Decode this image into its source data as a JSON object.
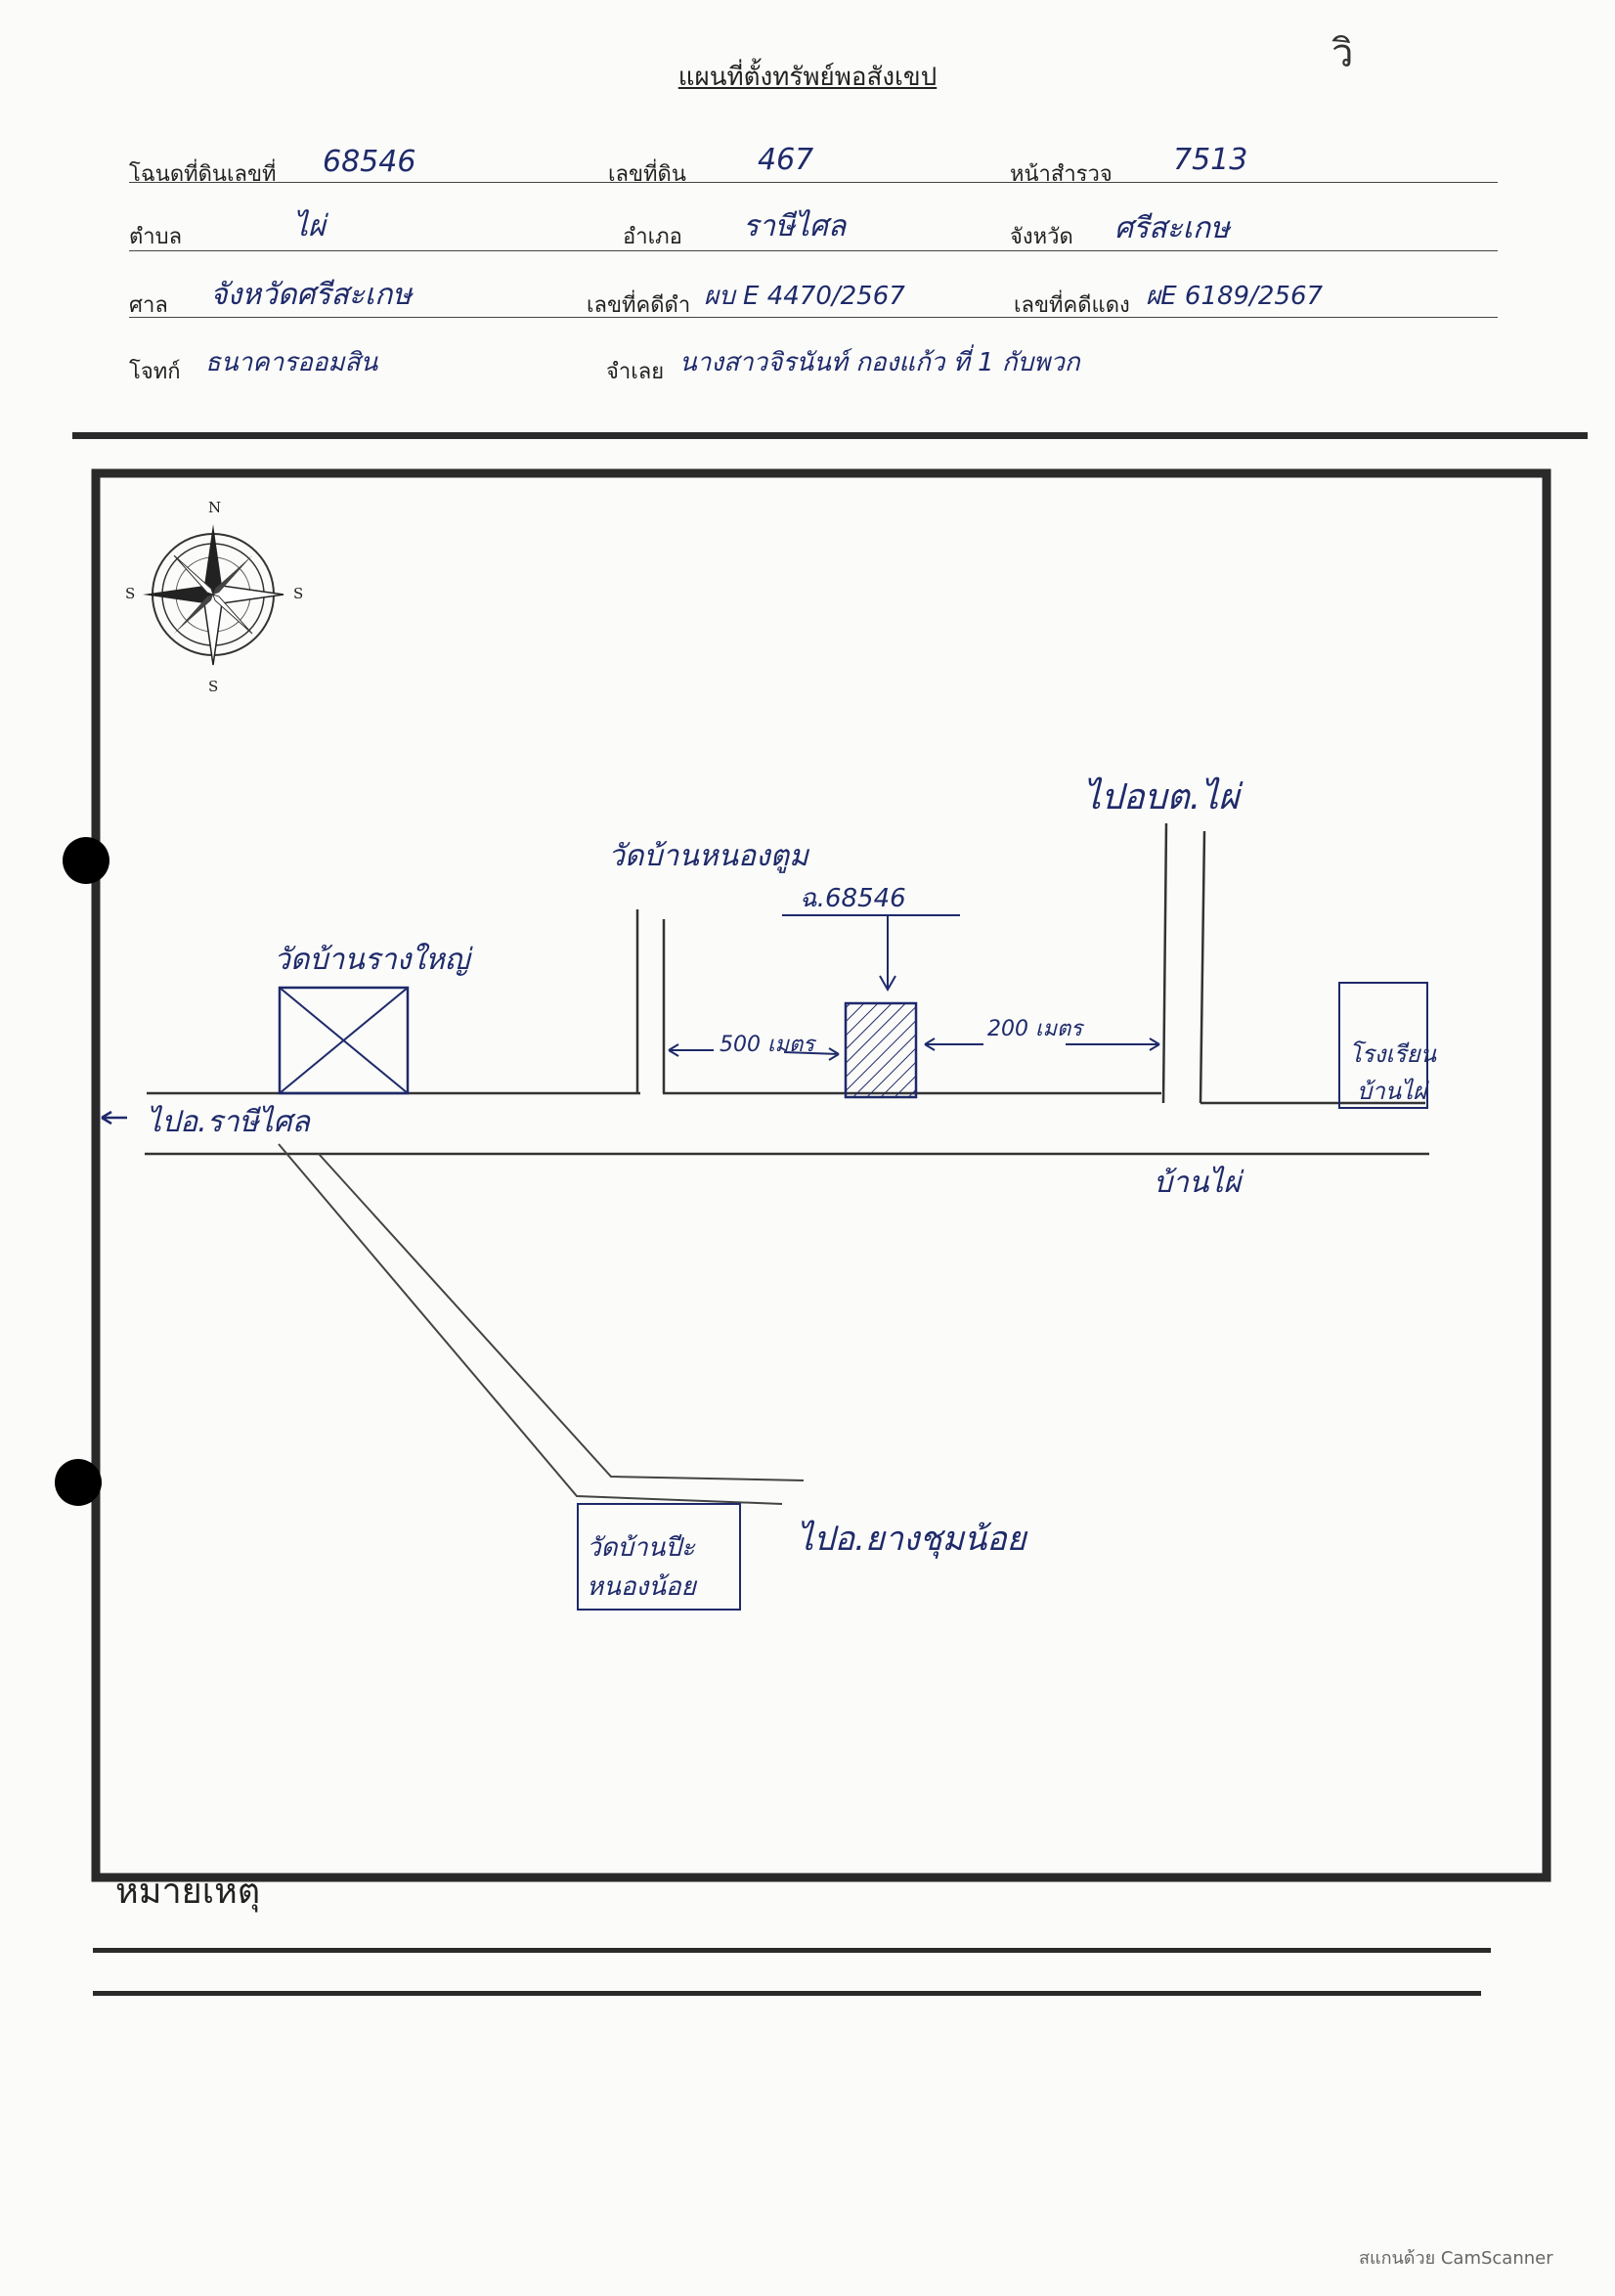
{
  "header": {
    "title": "แผนที่ตั้งทรัพย์พอสังเขป",
    "corner_mark": "วิ"
  },
  "fields": {
    "deed_label": "โฉนดที่ดินเลขที่",
    "deed_value": "68546",
    "land_no_label": "เลขที่ดิน",
    "land_no_value": "467",
    "survey_page_label": "หน้าสำรวจ",
    "survey_page_value": "7513",
    "subdistrict_label": "ตำบล",
    "subdistrict_value": "ไผ่",
    "district_label": "อำเภอ",
    "district_value": "ราษีไศล",
    "province_label": "จังหวัด",
    "province_value": "ศรีสะเกษ",
    "court_label": "ศาล",
    "court_value": "จังหวัดศรีสะเกษ",
    "black_case_label": "เลขที่คดีดำ",
    "black_case_value": "ผบ E 4470/2567",
    "red_case_label": "เลขที่คดีแดง",
    "red_case_value": "ผE 6189/2567",
    "plaintiff_label": "โจทก์",
    "plaintiff_value": "ธนาคารออมสิน",
    "defendant_label": "จำเลย",
    "defendant_value": "นางสาวจิรนันท์ กองแก้ว ที่ 1 กับพวก"
  },
  "map": {
    "compass_n": "N",
    "compass_s": "S",
    "compass_w": "S",
    "compass_e": "S",
    "to_obt_pai": "ไปอบต.ไผ่",
    "wat_ban_nong_tum": "วัดบ้านหนองตูม",
    "parcel_label": "ฉ.68546",
    "wat_ban_rang_yai": "วัดบ้านรางใหญ่",
    "dist_left": "500 เมตร",
    "dist_right": "200 เมตร",
    "school_line1": "โรงเรียน",
    "school_line2": "บ้านไผ่",
    "to_rasi_salai": "ไปอ.ราษีไศล",
    "ban_pai": "บ้านไผ่",
    "to_yang_chum_noi": "ไปอ.ยางชุมน้อย",
    "wat_box_line1": "วัดบ้านปีะ",
    "wat_box_line2": "หนองน้อย"
  },
  "remarks": {
    "label": "หมายเหตุ"
  },
  "footer": {
    "scanner": "สแกนด้วย CamScanner"
  },
  "colors": {
    "ink": "#1e2a6a",
    "print": "#222222",
    "frame": "#2a2a2a"
  }
}
